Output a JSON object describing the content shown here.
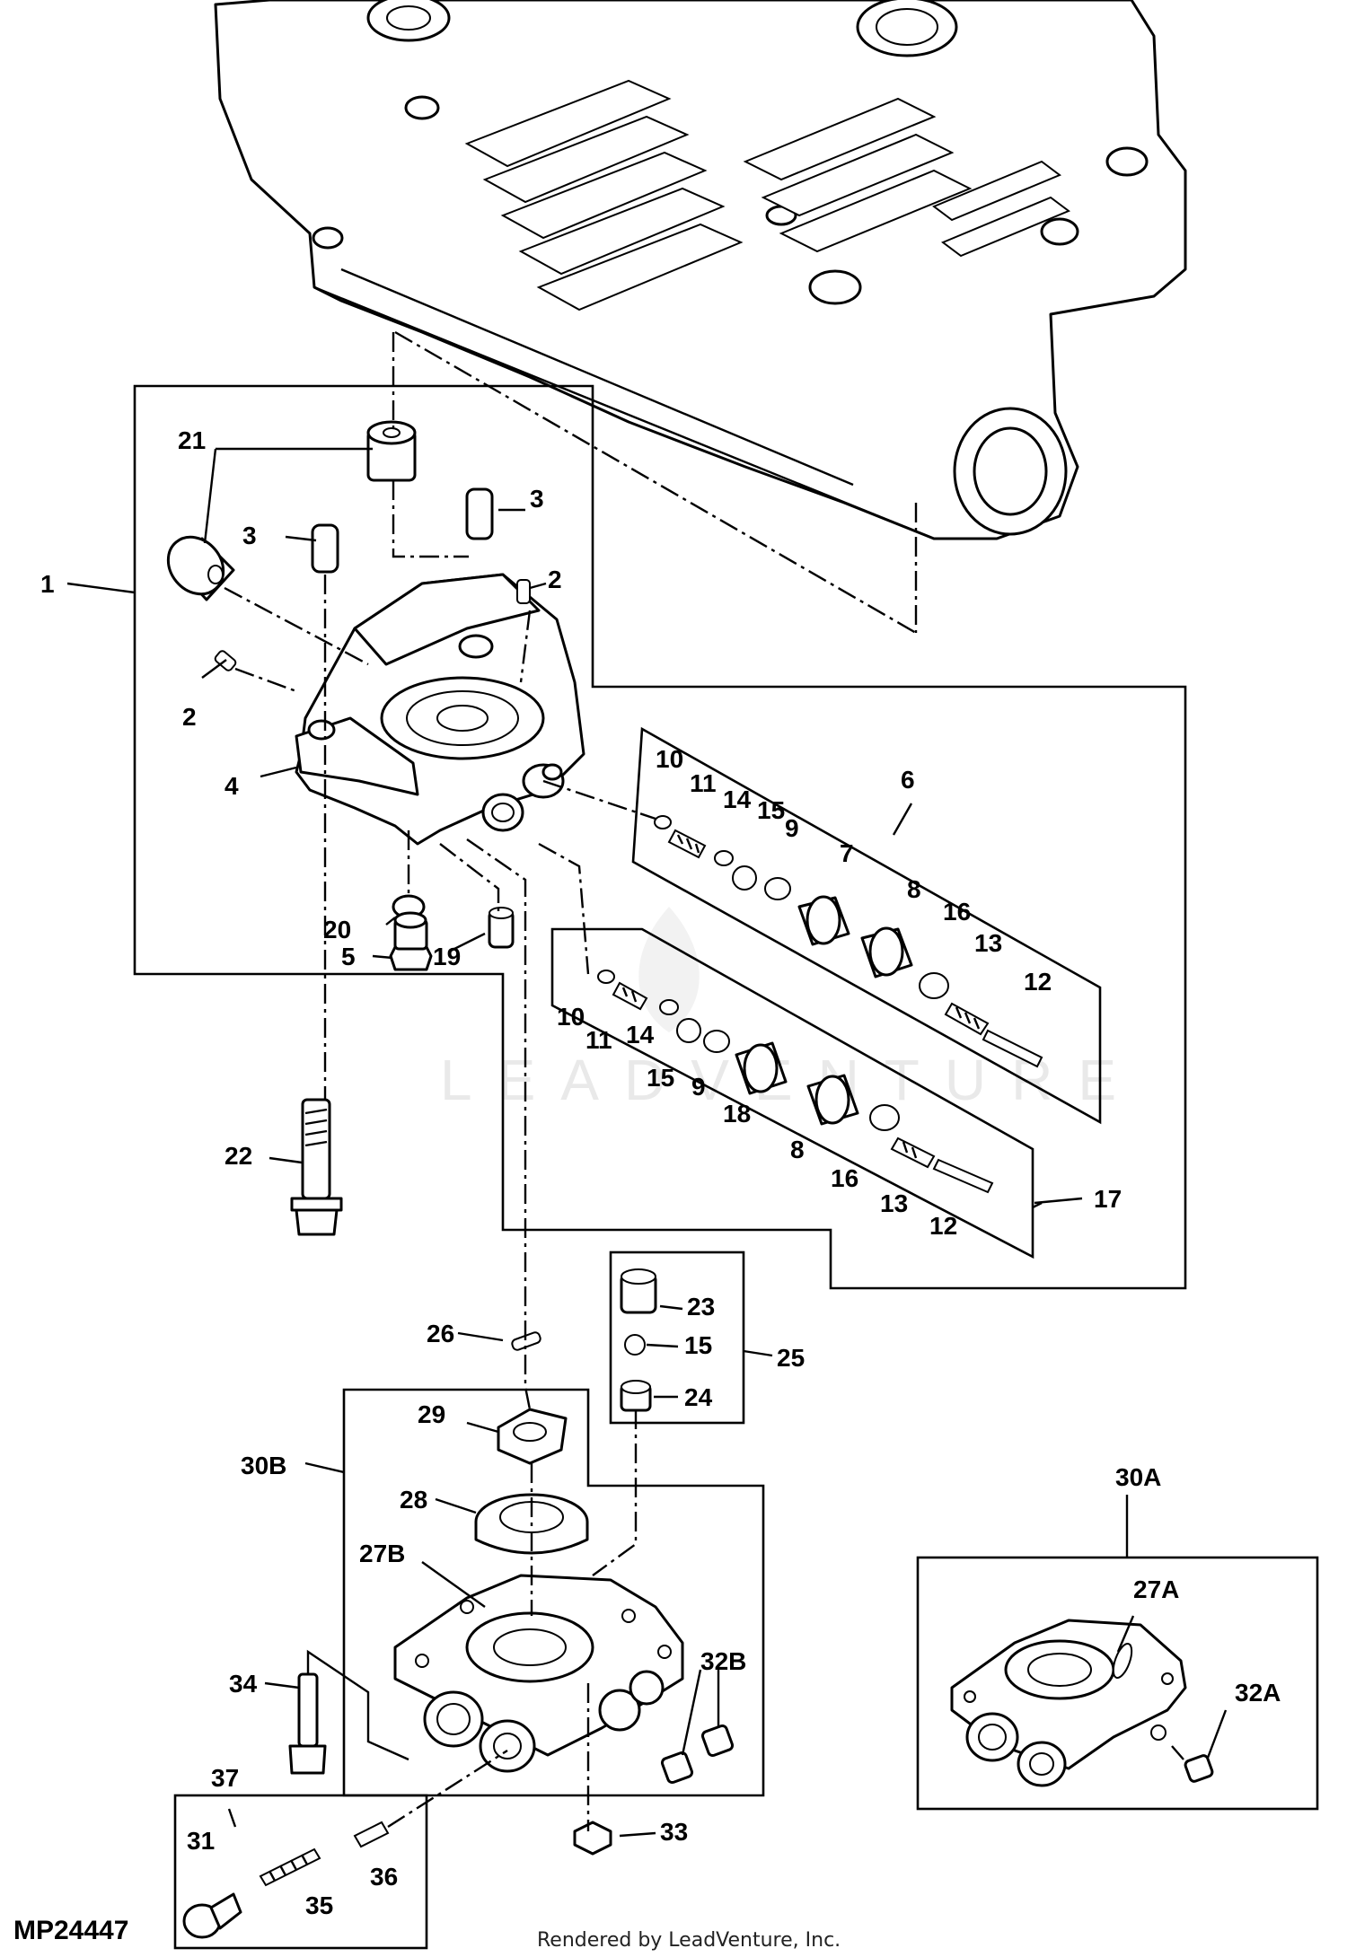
{
  "figure_id": "MP24447",
  "footer_text": "Rendered by LeadVenture, Inc.",
  "watermark_text": "LEADVENTURE",
  "callouts": {
    "c1": "1",
    "c2a": "2",
    "c2b": "2",
    "c3a": "3",
    "c3b": "3",
    "c4": "4",
    "c5": "5",
    "c6": "6",
    "c7": "7",
    "c8a": "8",
    "c8b": "8",
    "c9a": "9",
    "c9b": "9",
    "c10a": "10",
    "c10b": "10",
    "c11a": "11",
    "c11b": "11",
    "c12a": "12",
    "c12b": "12",
    "c13a": "13",
    "c13b": "13",
    "c14a": "14",
    "c14b": "14",
    "c15a": "15",
    "c15b": "15",
    "c15c": "15",
    "c16a": "16",
    "c16b": "16",
    "c17": "17",
    "c18": "18",
    "c19": "19",
    "c20": "20",
    "c21": "21",
    "c22": "22",
    "c23": "23",
    "c24": "24",
    "c25": "25",
    "c26": "26",
    "c27a": "27A",
    "c27b": "27B",
    "c28": "28",
    "c29": "29",
    "c30a": "30A",
    "c30b": "30B",
    "c31": "31",
    "c32a": "32A",
    "c32b": "32B",
    "c33": "33",
    "c34": "34",
    "c35": "35",
    "c36": "36",
    "c37": "37"
  }
}
